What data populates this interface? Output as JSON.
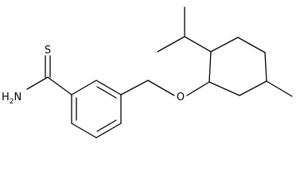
{
  "molecule": {
    "atom_labels": {
      "sulfur": "S",
      "amine_prefix": "H",
      "amine_subscript": "2",
      "amine_suffix": "N",
      "oxygen": "O"
    }
  }
}
